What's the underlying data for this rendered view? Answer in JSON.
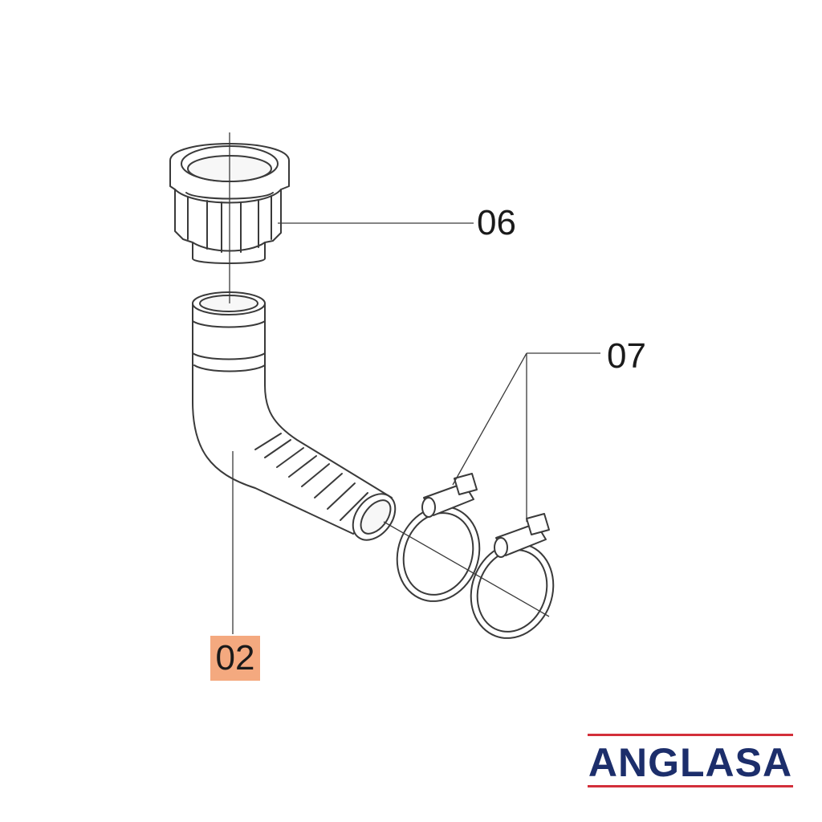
{
  "diagram": {
    "type": "exploded-parts-view",
    "line_color": "#3a3a3a",
    "highlight_color": "#f4a97f",
    "callouts": [
      {
        "id": "06",
        "label": "06",
        "part": "threaded-nut"
      },
      {
        "id": "07",
        "label": "07",
        "part": "hose-clamp",
        "count": 2
      },
      {
        "id": "02",
        "label": "02",
        "part": "elbow-hose",
        "highlighted": true
      }
    ]
  },
  "brand": {
    "name": "ANGLASA",
    "text_color": "#1c2e6b",
    "accent_color": "#d32f3a"
  }
}
